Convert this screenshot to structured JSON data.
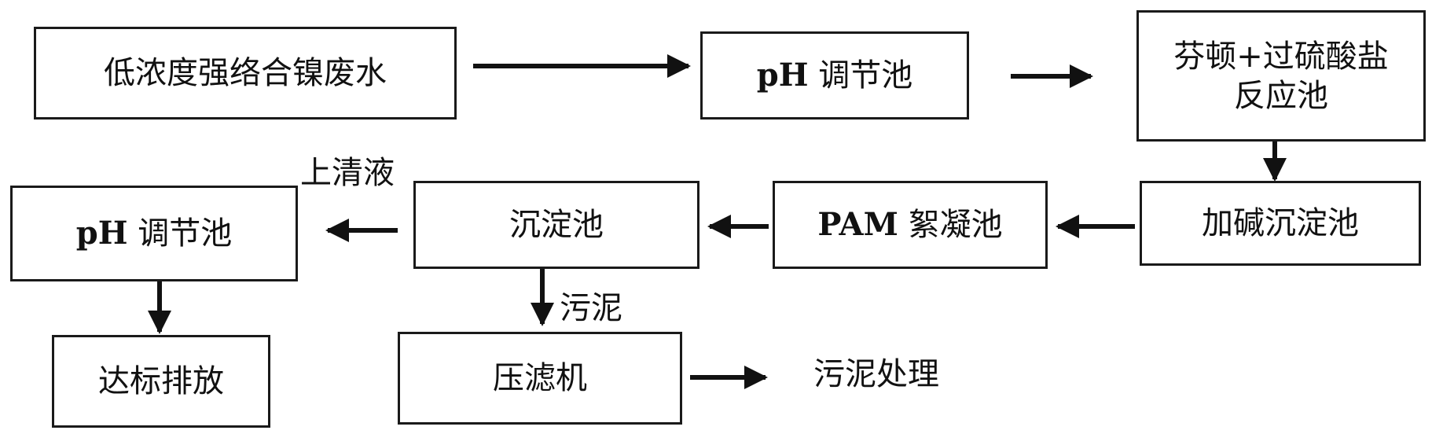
{
  "nodes": {
    "source": {
      "label": "低浓度强络合镍废水"
    },
    "ph_adjust_1": {
      "prefix": "pH",
      "label": " 调节池"
    },
    "fenton": {
      "line1": "芬顿+过硫酸盐",
      "line2": "反应池"
    },
    "alkali_settle": {
      "label": "加碱沉淀池"
    },
    "pam_floc": {
      "prefix": "PAM",
      "label": " 絮凝池"
    },
    "settling": {
      "label": "沉淀池"
    },
    "ph_adjust_2": {
      "prefix": "pH",
      "label": " 调节池"
    },
    "discharge": {
      "label": "达标排放"
    },
    "filter_press": {
      "label": "压滤机"
    }
  },
  "labels": {
    "supernatant": "上清液",
    "sludge": "污泥",
    "sludge_treatment": "污泥处理"
  }
}
